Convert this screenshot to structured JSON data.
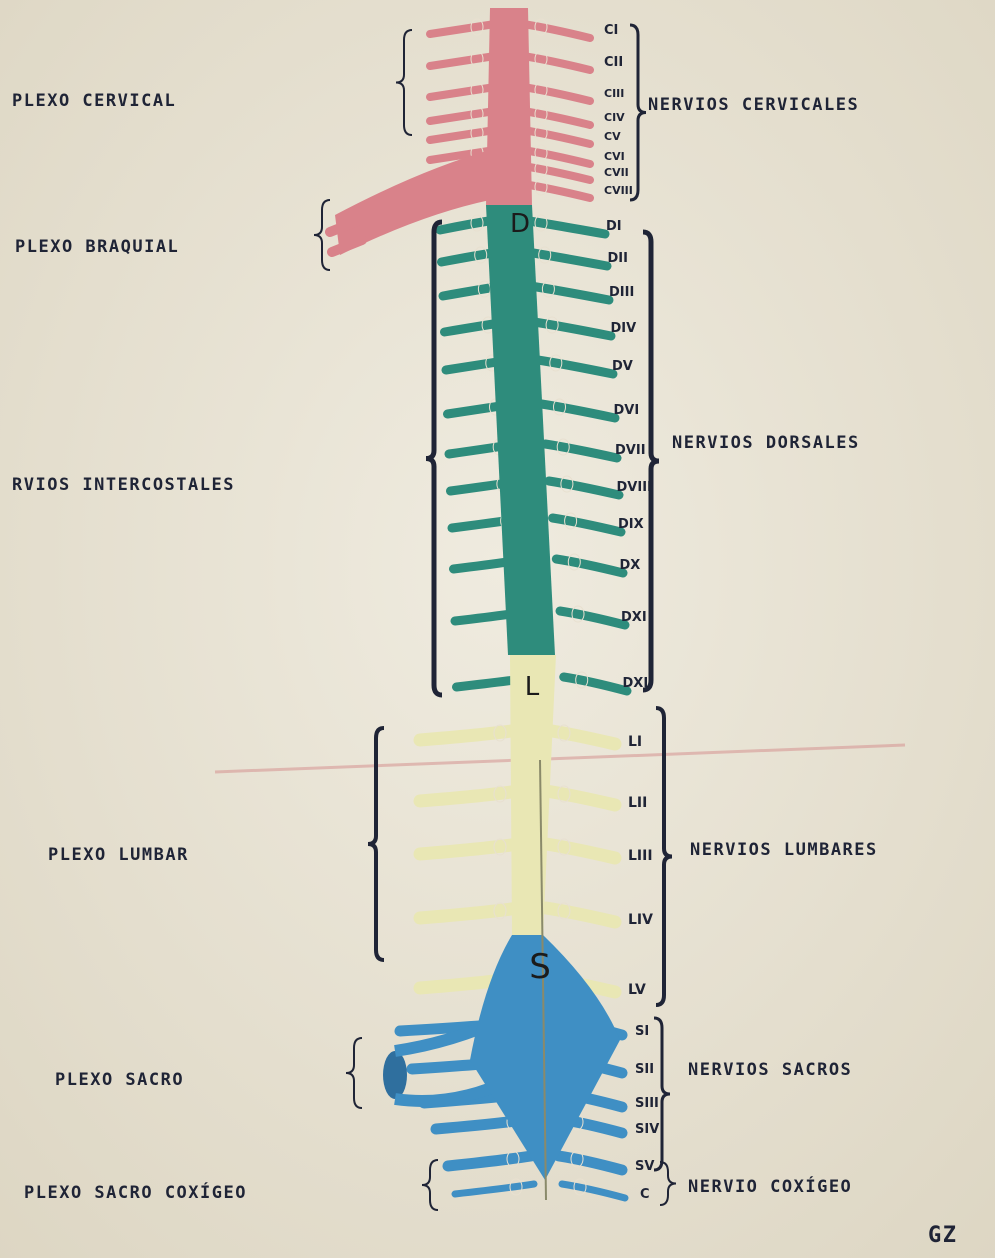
{
  "diagram": {
    "left_labels": [
      {
        "id": "plexo-cervical",
        "text": "PLEXO CERVICAL"
      },
      {
        "id": "plexo-braquial",
        "text": "PLEXO BRAQUIAL"
      },
      {
        "id": "nervios-intercostales",
        "text": "RVIOS INTERCOSTALES"
      },
      {
        "id": "plexo-lumbar",
        "text": "PLEXO LUMBAR"
      },
      {
        "id": "plexo-sacro",
        "text": "PLEXO SACRO"
      },
      {
        "id": "plexo-sacro-coxigeo",
        "text": "PLEXO SACRO COXÍGEO"
      }
    ],
    "right_labels": [
      {
        "id": "nervios-cervicales",
        "text": "NERVIOS CERVICALES"
      },
      {
        "id": "nervios-dorsales",
        "text": "NERVIOS DORSALES"
      },
      {
        "id": "nervios-lumbares",
        "text": "NERVIOS LUMBARES"
      },
      {
        "id": "nervios-sacros",
        "text": "NERVIOS SACROS"
      },
      {
        "id": "nervio-coxigeo",
        "text": "NERVIO COXÍGEO"
      }
    ],
    "region_letters": [
      "D",
      "L",
      "S"
    ],
    "cervical": [
      "CI",
      "CII",
      "CIII",
      "CIV",
      "CV",
      "CVI",
      "CVII",
      "CVIII"
    ],
    "dorsal": [
      "DI",
      "DII",
      "DIII",
      "DIV",
      "DV",
      "DVI",
      "DVII",
      "DVIII",
      "DIX",
      "DX",
      "DXI",
      "DXII"
    ],
    "lumbar": [
      "LI",
      "LII",
      "LIII",
      "LIV",
      "LV"
    ],
    "sacral": [
      "SI",
      "SII",
      "SIII",
      "SIV",
      "SV"
    ],
    "coccygeal": [
      "C"
    ],
    "signature": "GZ",
    "colors": {
      "cervical": "#d9828a",
      "dorsal": "#2e8c7c",
      "lumbar": "#e9e7b4",
      "sacral": "#3f8fc4",
      "ink": "#1f2436"
    }
  }
}
